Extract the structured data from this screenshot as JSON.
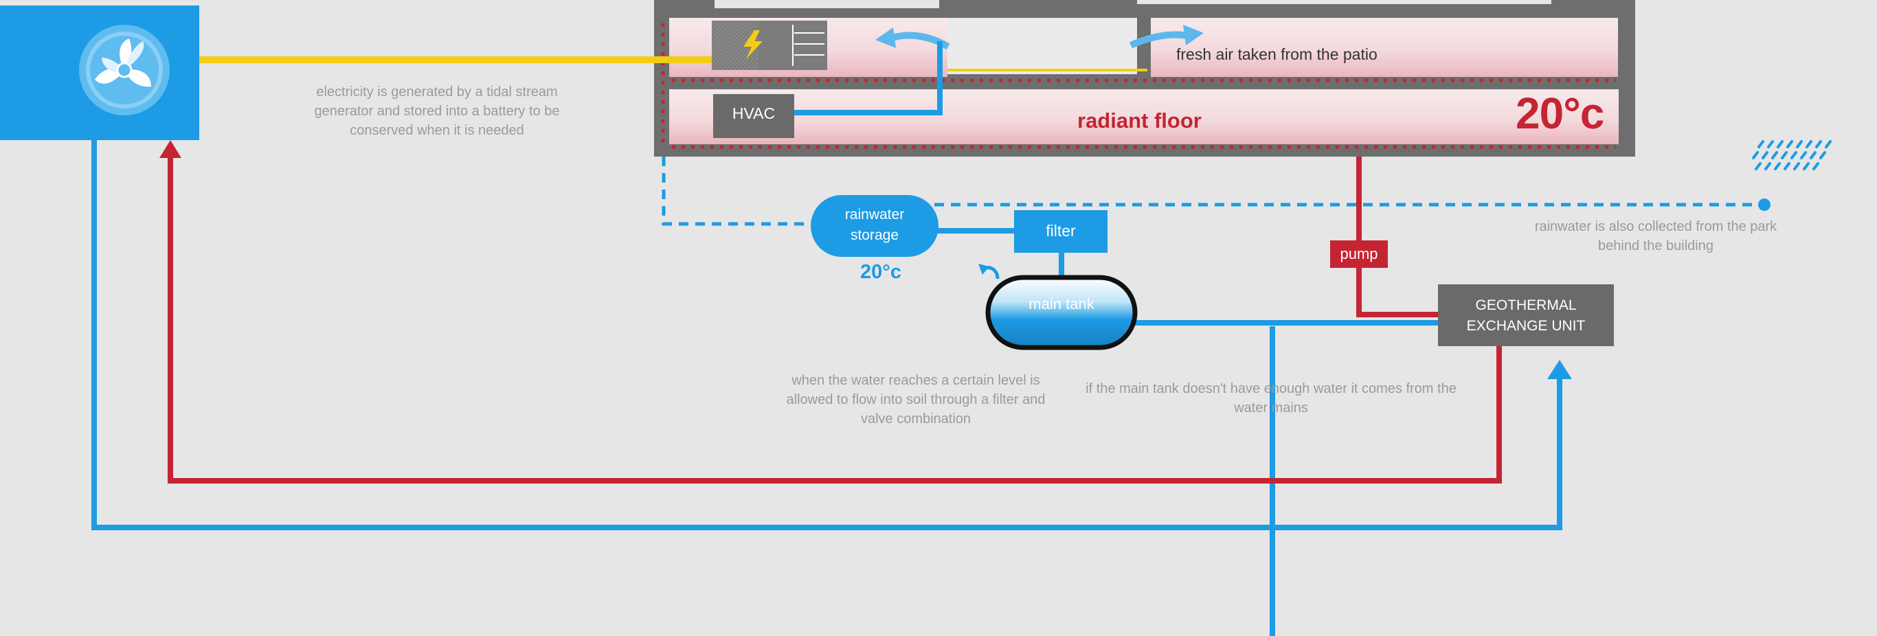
{
  "labels": {
    "electricity_note": "electricity is generated by a tidal stream generator and stored into a battery to be conserved when it is needed",
    "fresh_air": "fresh air taken from the patio",
    "hvac": "HVAC",
    "radiant_floor": "radiant floor",
    "floor_temp": "20°c",
    "rainwater_storage": "rainwater storage",
    "storage_temp": "20°c",
    "filter": "filter",
    "main_tank": "main tank",
    "pump": "pump",
    "geothermal": "GEOTHERMAL EXCHANGE UNIT",
    "rainwater_park_note": "rainwater is also collected from the park behind the building",
    "soil_note": "when the water reaches a certain level is allowed to flow into soil through a filter and valve combination",
    "mains_note": "if the main tank doesn't have enough water it comes from the water mains"
  },
  "colors": {
    "background": "#e6e6e6",
    "blue": "#1d9be4",
    "red": "#c52433",
    "yellow": "#f5cc14",
    "wall": "#6e6e6e",
    "unit_gray": "#6a6a6a",
    "note_gray": "#9a9a9a"
  },
  "icons": {
    "fan": "fan-icon",
    "lightning": "lightning-icon",
    "rain": "rain-icon",
    "arrow_left": "airflow-arrow-left-icon",
    "arrow_right": "airflow-arrow-right-icon",
    "return_arrow": "return-arrow-icon"
  }
}
